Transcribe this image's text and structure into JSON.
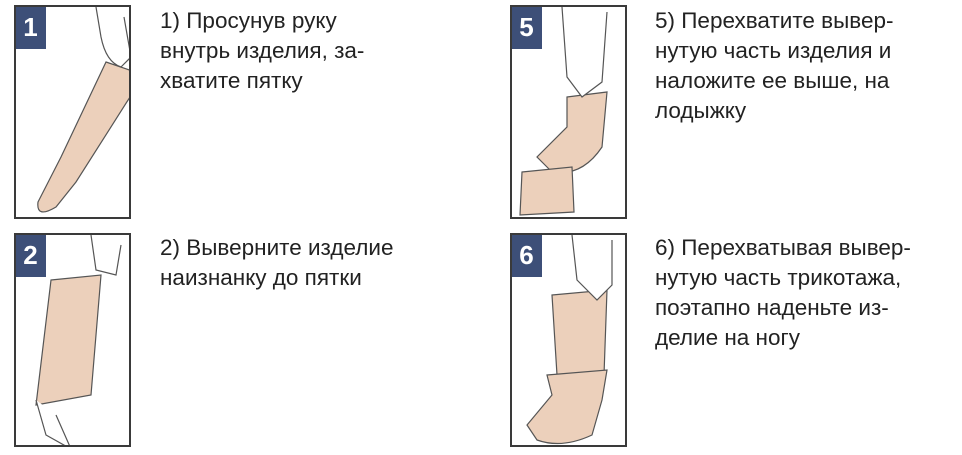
{
  "steps": [
    {
      "number": "1",
      "text": "1) Просунув руку\nвнутрь изделия, за-\nхватите пятку"
    },
    {
      "number": "2",
      "text": "2) Выверните изделие\nнаизнанку до пятки"
    },
    {
      "number": "5",
      "text": "5) Перехватите вывер-\nнутую часть изделия и\nналожите ее выше, на\nлодыжку"
    },
    {
      "number": "6",
      "text": "6) Перехватывая вывер-\nнутую часть трикотажа,\nпоэтапно наденьте из-\nделие на ногу"
    }
  ],
  "colors": {
    "badge": "#3d4f78",
    "sock": "#ecd0bb",
    "outline": "#3a3a3a"
  }
}
